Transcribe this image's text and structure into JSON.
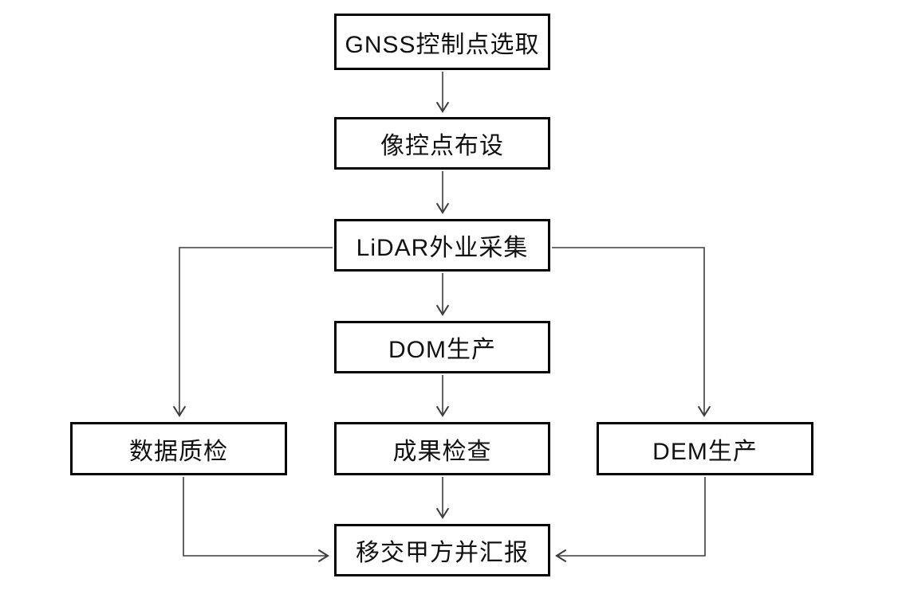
{
  "diagram": {
    "type": "flowchart",
    "language": "zh-CN",
    "nodes": [
      {
        "id": "gnss",
        "label": "GNSS控制点选取"
      },
      {
        "id": "photo-control",
        "label": "像控点布设"
      },
      {
        "id": "lidar",
        "label": "LiDAR外业采集"
      },
      {
        "id": "dom",
        "label": "DOM生产"
      },
      {
        "id": "data-qc",
        "label": "数据质检"
      },
      {
        "id": "result-check",
        "label": "成果检查"
      },
      {
        "id": "dem",
        "label": "DEM生产"
      },
      {
        "id": "handover",
        "label": "移交甲方并汇报"
      }
    ],
    "edges": [
      {
        "from": "gnss",
        "to": "photo-control"
      },
      {
        "from": "photo-control",
        "to": "lidar"
      },
      {
        "from": "lidar",
        "to": "dom"
      },
      {
        "from": "lidar",
        "to": "data-qc"
      },
      {
        "from": "lidar",
        "to": "dem"
      },
      {
        "from": "dom",
        "to": "result-check"
      },
      {
        "from": "result-check",
        "to": "handover"
      },
      {
        "from": "data-qc",
        "to": "handover"
      },
      {
        "from": "dem",
        "to": "handover"
      }
    ]
  },
  "colors": {
    "background": "#ffffff",
    "box_border": "#000000",
    "text": "#111111",
    "connector": "#3c3c3c"
  }
}
